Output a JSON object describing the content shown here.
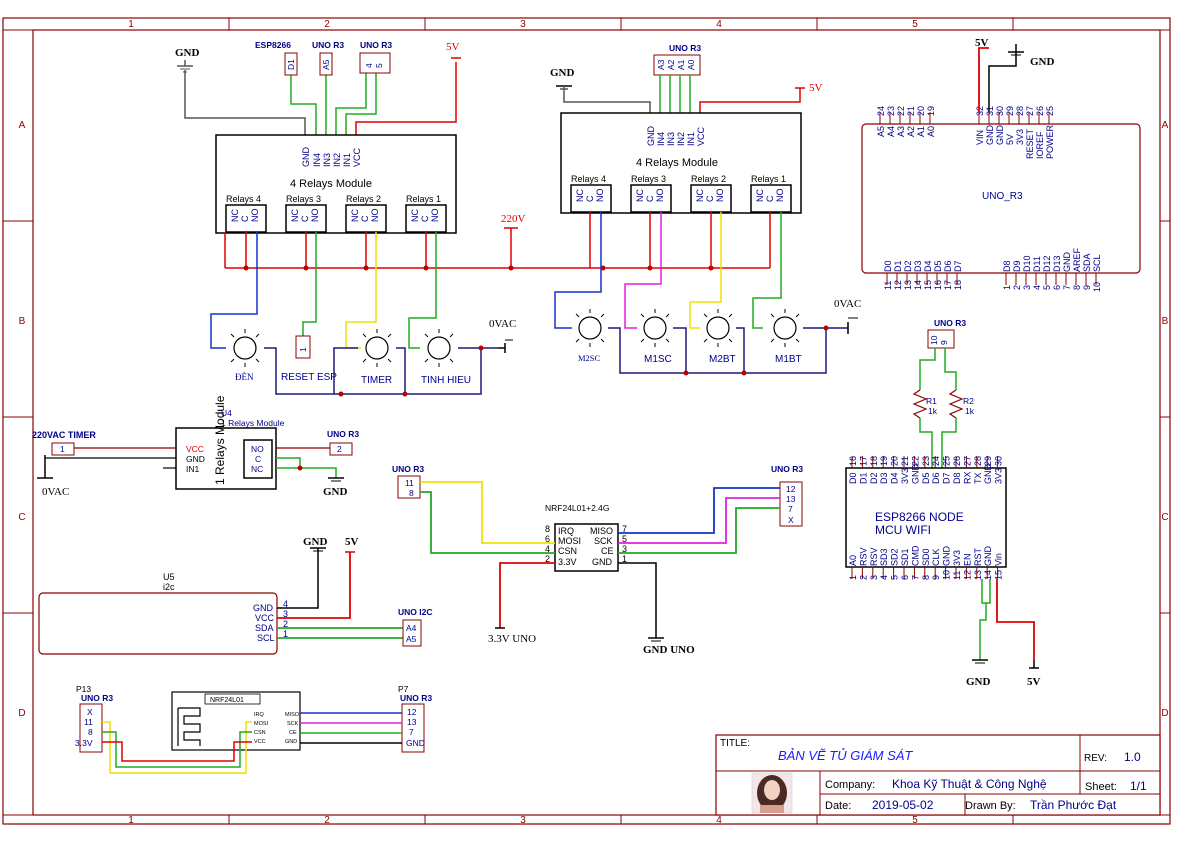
{
  "frame": {
    "col_markers": [
      "1",
      "2",
      "3",
      "4",
      "5"
    ],
    "row_markers": [
      "A",
      "B",
      "C",
      "D"
    ]
  },
  "relay_left": {
    "title": "4 Relays Module",
    "pins": [
      "GND",
      "IN4",
      "IN3",
      "IN2",
      "IN1",
      "VCC"
    ],
    "relays": [
      "Relays 4",
      "Relays 3",
      "Relays 2",
      "Relays 1"
    ],
    "contacts": [
      "NC",
      "C",
      "NO"
    ],
    "top_gnd": "GND",
    "esp_label": "ESP8266",
    "esp_pin": "D1",
    "uno_a": "UNO R3",
    "uno_a_pin": "A5",
    "uno_b": "UNO R3",
    "uno_b_pins": [
      "4",
      "5"
    ],
    "v5": "5V",
    "ac": "220V",
    "loads": [
      "ĐÈN",
      "RESET ESP",
      "TIMER",
      "TINH HIEU"
    ],
    "reset_pin": "1",
    "zero": "0VAC"
  },
  "relay_right": {
    "title": "4 Relays Module",
    "pins": [
      "GND",
      "IN4",
      "IN3",
      "IN2",
      "IN1",
      "VCC"
    ],
    "relays": [
      "Relays 4",
      "Relays 3",
      "Relays 2",
      "Relays 1"
    ],
    "contacts": [
      "NC",
      "C",
      "NO"
    ],
    "top_gnd": "GND",
    "uno": "UNO R3",
    "uno_pins": [
      "A3",
      "A2",
      "A1",
      "A0"
    ],
    "v5": "5V",
    "loads": [
      "M2SC",
      "M1SC",
      "M2BT",
      "M1BT"
    ],
    "zero": "0VAC"
  },
  "uno": {
    "name": "UNO_R3",
    "top_left_nums": [
      "24",
      "23",
      "22",
      "21",
      "20",
      "19"
    ],
    "top_left_names": [
      "A5",
      "A4",
      "A3",
      "A2",
      "A1",
      "A0"
    ],
    "top_right_nums": [
      "32",
      "31",
      "30",
      "29",
      "28",
      "27",
      "26",
      "25"
    ],
    "top_right_names": [
      "VIN",
      "GND",
      "GND",
      "5V",
      "3V3",
      "RESET",
      "IOREF",
      "POWER"
    ],
    "bot_left_names": [
      "D0",
      "D1",
      "D2",
      "D3",
      "D4",
      "D5",
      "D6",
      "D7"
    ],
    "bot_left_nums": [
      "11",
      "12",
      "13",
      "14",
      "15",
      "16",
      "17",
      "18"
    ],
    "bot_right_names": [
      "D8",
      "D9",
      "D10",
      "D11",
      "D12",
      "D13",
      "GND",
      "AREF",
      "SDA",
      "SCL"
    ],
    "bot_right_nums": [
      "1",
      "2",
      "3",
      "4",
      "5",
      "6",
      "7",
      "8",
      "9",
      "10"
    ],
    "v5": "5V",
    "gnd": "GND"
  },
  "resistors": {
    "uno": "UNO R3",
    "pins": [
      "10",
      "9"
    ],
    "r1": "R1",
    "r1_val": "1k",
    "r2": "R2",
    "r2_val": "1k"
  },
  "esp": {
    "title1": "ESP8266 NODE",
    "title2": "MCU WIFI",
    "top_nums": [
      "16",
      "17",
      "18",
      "19",
      "20",
      "21",
      "22",
      "23",
      "24",
      "25",
      "26",
      "27",
      "28",
      "29",
      "30"
    ],
    "top_names": [
      "D0",
      "D1",
      "D2",
      "D3",
      "D4",
      "3V3",
      "GND",
      "D5",
      "D6",
      "D7",
      "D8",
      "RX",
      "TX",
      "GND",
      "3V3"
    ],
    "bot_names": [
      "A0",
      "RSV",
      "RSV",
      "SD3",
      "SD2",
      "SD1",
      "CMD",
      "SD0",
      "CLK",
      "GND",
      "3V3",
      "EN",
      "RST",
      "GND",
      "Vin"
    ],
    "bot_nums": [
      "1",
      "2",
      "3",
      "4",
      "5",
      "6",
      "7",
      "8",
      "9",
      "10",
      "11",
      "12",
      "13",
      "14",
      "15"
    ],
    "gnd": "GND",
    "v5": "5V"
  },
  "u4": {
    "ref": "U4",
    "name": "1 Relays Module",
    "body": "1 Relays Module",
    "left_pins": [
      "VCC",
      "GND",
      "IN1"
    ],
    "right_pins": [
      "NO",
      "C",
      "NC"
    ],
    "timer": "220VAC TIMER",
    "timer_pin": "1",
    "zero": "0VAC",
    "uno": "UNO R3",
    "uno_pin": "2",
    "gnd": "GND"
  },
  "nrf": {
    "name": "NRF24L01+2.4G",
    "left_nums": [
      "8",
      "6",
      "4",
      "2"
    ],
    "left_names": [
      "IRQ",
      "MOSI",
      "CSN",
      "3.3V"
    ],
    "right_names": [
      "MISO",
      "SCK",
      "CE",
      "GND"
    ],
    "right_nums": [
      "7",
      "5",
      "3",
      "1"
    ],
    "uno_l": "UNO R3",
    "uno_l_pins": [
      "11",
      "8"
    ],
    "uno_r": "UNO R3",
    "uno_r_pins": [
      "12",
      "13",
      "7",
      "X"
    ],
    "v33": "3.3V UNO",
    "gnd": "GND UNO"
  },
  "u5": {
    "ref": "U5",
    "name": "i2c",
    "pins": [
      "GND",
      "VCC",
      "SDA",
      "SCL"
    ],
    "nums": [
      "4",
      "3",
      "2",
      "1"
    ],
    "gnd": "GND",
    "v5": "5V",
    "uno": "UNO I2C",
    "uno_pins": [
      "A4",
      "A5"
    ]
  },
  "bottom": {
    "p13": "P13",
    "p13_uno": "UNO R3",
    "p13_pins": [
      "X",
      "11",
      "8",
      "3.3V"
    ],
    "p7": "P7",
    "p7_uno": "UNO R3",
    "p7_pins": [
      "12",
      "13",
      "7",
      "GND"
    ],
    "nrf_name": "NRF24L01",
    "nrf_left": [
      "IRQ",
      "MOSI",
      "CSN",
      "VCC"
    ],
    "nrf_right": [
      "MISO",
      "SCK",
      "CE",
      "GND"
    ]
  },
  "title_block": {
    "title_label": "TITLE:",
    "title": "BẢN VẼ TỦ GIÁM SÁT",
    "rev_label": "REV:",
    "rev": "1.0",
    "company_label": "Company:",
    "company": "Khoa Kỹ Thuật & Công Nghệ",
    "sheet_label": "Sheet:",
    "sheet": "1/1",
    "date_label": "Date:",
    "date": "2019-05-02",
    "drawn_label": "Drawn By:",
    "drawn": "Trần Phước Đạt"
  },
  "colors": {
    "border": "#8b0000",
    "wire_red": "#e00000",
    "wire_green": "#22aa22",
    "wire_blue": "#1133cc",
    "wire_yellow": "#f0e000",
    "wire_magenta": "#e020e0",
    "wire_dark": "#000080",
    "label_blue": "#00008b",
    "net_red": "#e00000",
    "junction": "#c00000"
  }
}
